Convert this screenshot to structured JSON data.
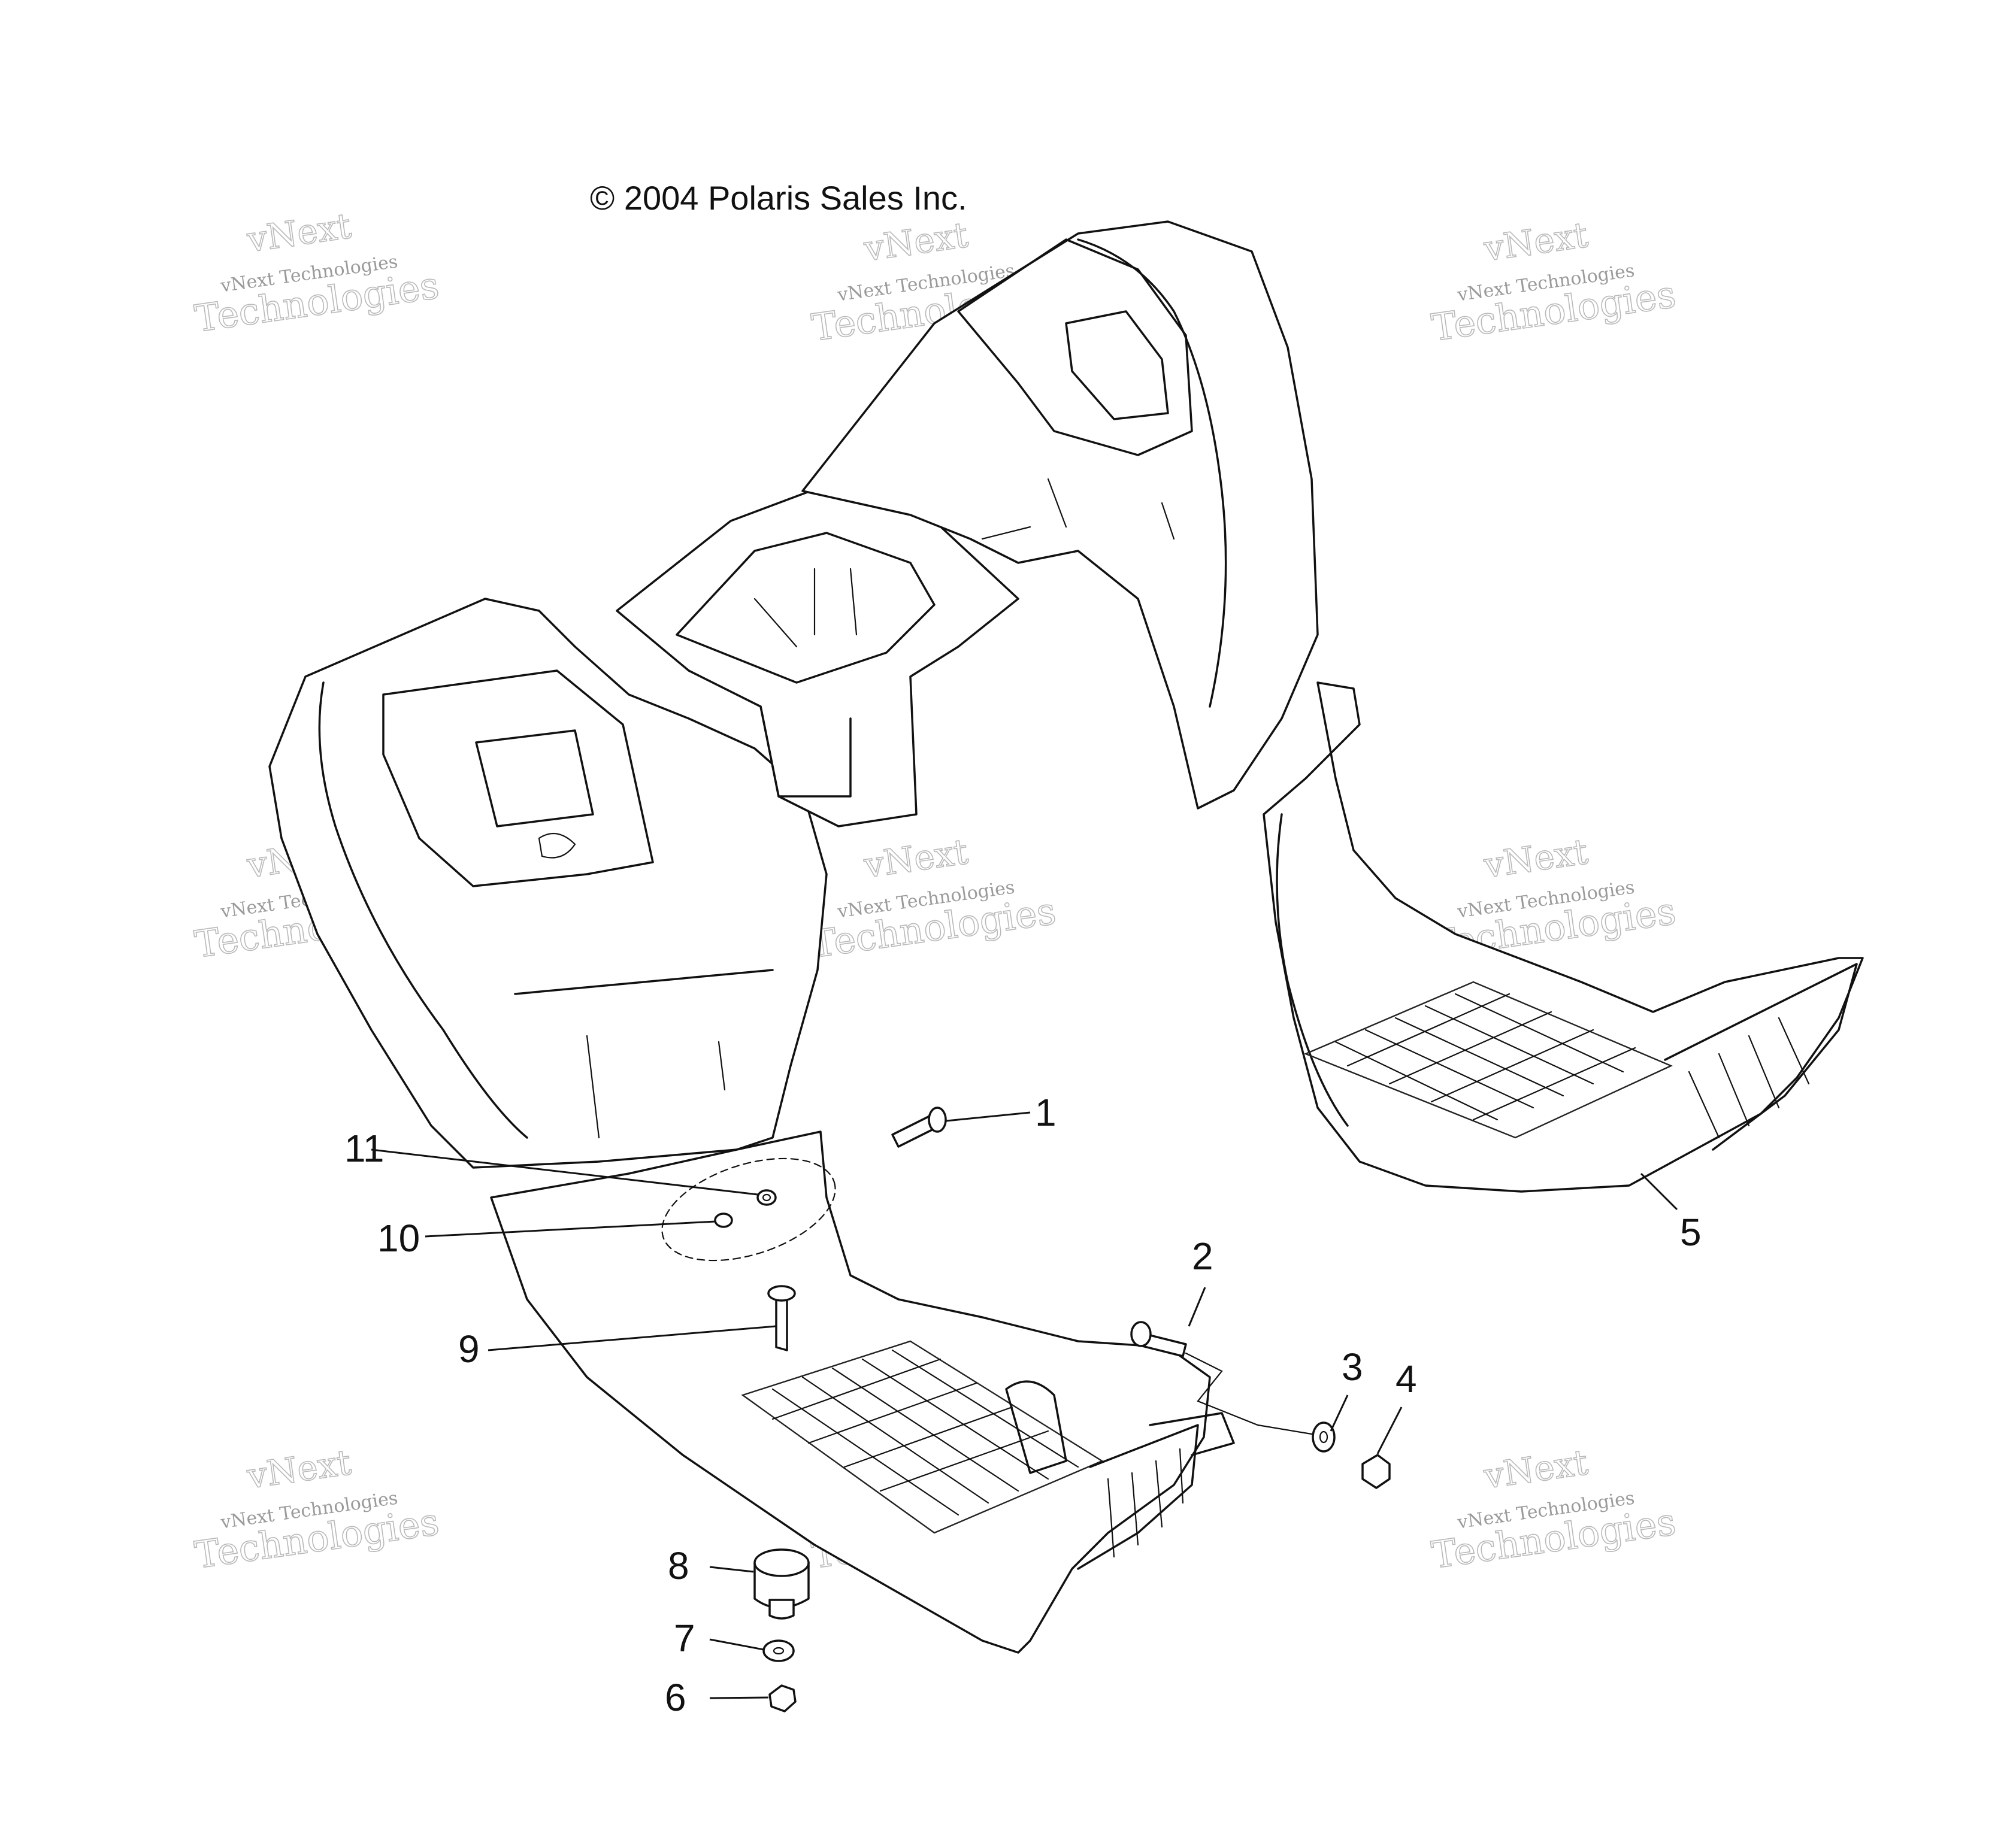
{
  "copyright": "© 2004 Polaris Sales Inc.",
  "watermark": {
    "brand": "vNext",
    "company": "Technologies",
    "line": "vNext Technologies"
  },
  "callouts": [
    "1",
    "2",
    "3",
    "4",
    "5",
    "6",
    "7",
    "8",
    "9",
    "10",
    "11"
  ]
}
